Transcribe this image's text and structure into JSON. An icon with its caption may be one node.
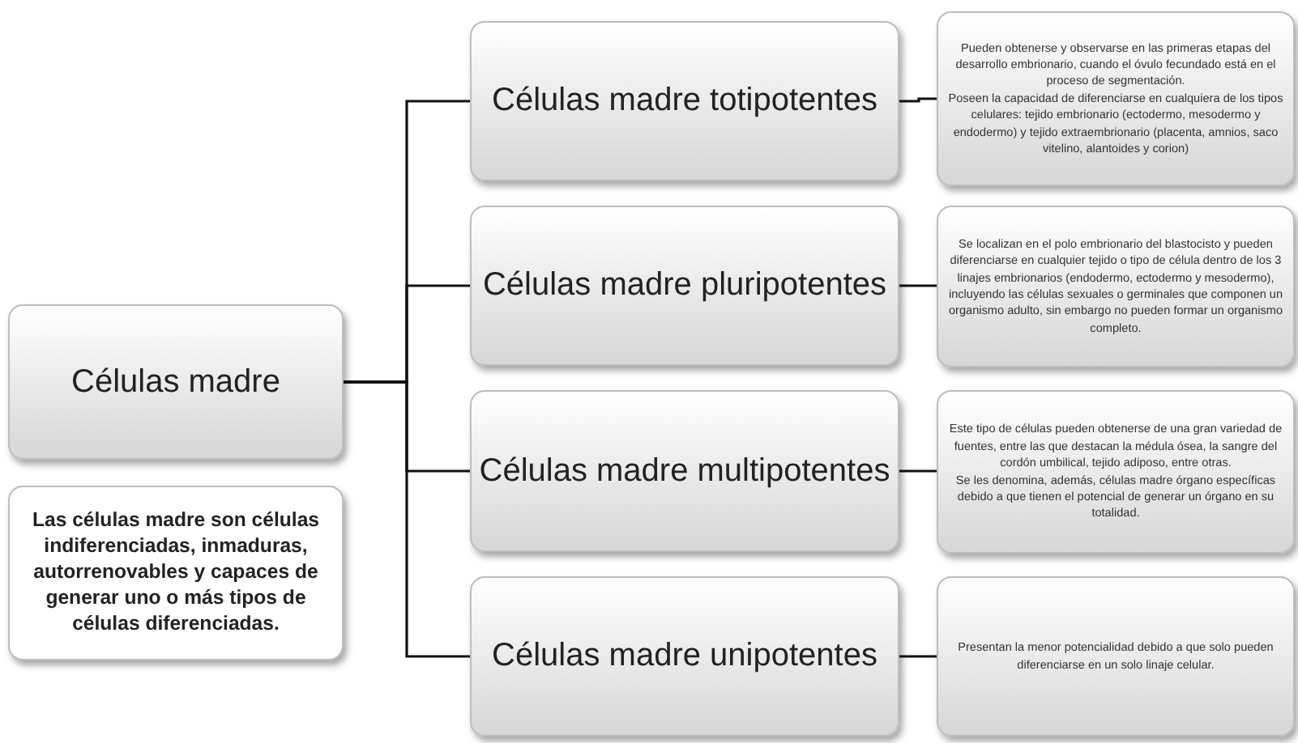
{
  "diagram": {
    "nodes": [
      {
        "text": [
          "Células madre"
        ]
      },
      {
        "text": [
          "Las células madre son células indiferenciadas, inmaduras, autorrenovables y capaces de generar uno o más tipos de células diferenciadas."
        ]
      },
      {
        "text": [
          "Células madre totipotentes"
        ]
      },
      {
        "text": [
          "Células madre pluripotentes"
        ]
      },
      {
        "text": [
          "Células madre multipotentes"
        ]
      },
      {
        "text": [
          "Células madre unipotentes"
        ]
      },
      {
        "text": [
          "Pueden obtenerse y observarse en las primeras etapas del desarrollo embrionario, cuando el óvulo fecundado está en el proceso de segmentación.",
          "Poseen la capacidad de diferenciarse en cualquiera de los tipos celulares: tejido embrionario (ectodermo, mesodermo y endodermo) y tejido extraembrionario (placenta, amnios, saco vitelino, alantoides y corion)"
        ]
      },
      {
        "text": [
          "Se localizan en el polo embrionario del blastocisto y pueden diferenciarse en cualquier tejido o tipo de célula dentro de los 3 linajes embrionarios (endodermo, ectodermo y mesodermo), incluyendo las células sexuales o germinales que componen un organismo adulto, sin embargo no pueden formar un organismo completo."
        ]
      },
      {
        "text": [
          "Este tipo de células pueden obtenerse de una gran variedad de fuentes, entre las que destacan la médula ósea, la sangre del cordón umbilical, tejido adiposo, entre otras.",
          "Se les denomina, además, células madre órgano específicas debido a que tienen el potencial de generar un órgano en su totalidad."
        ]
      },
      {
        "text": [
          "Presentan la menor potencialidad debido a que solo pueden diferenciarse en un solo linaje celular."
        ]
      }
    ],
    "edges": [
      {
        "from": 0,
        "to": 2,
        "arrow": "none"
      },
      {
        "from": 0,
        "to": 3,
        "arrow": "none"
      },
      {
        "from": 0,
        "to": 4,
        "arrow": "none"
      },
      {
        "from": 0,
        "to": 5,
        "arrow": "none"
      },
      {
        "from": 2,
        "to": 6,
        "arrow": "none"
      },
      {
        "from": 3,
        "to": 7,
        "arrow": "none"
      },
      {
        "from": 4,
        "to": 8,
        "arrow": "none"
      },
      {
        "from": 5,
        "to": 9,
        "arrow": "none"
      }
    ]
  }
}
